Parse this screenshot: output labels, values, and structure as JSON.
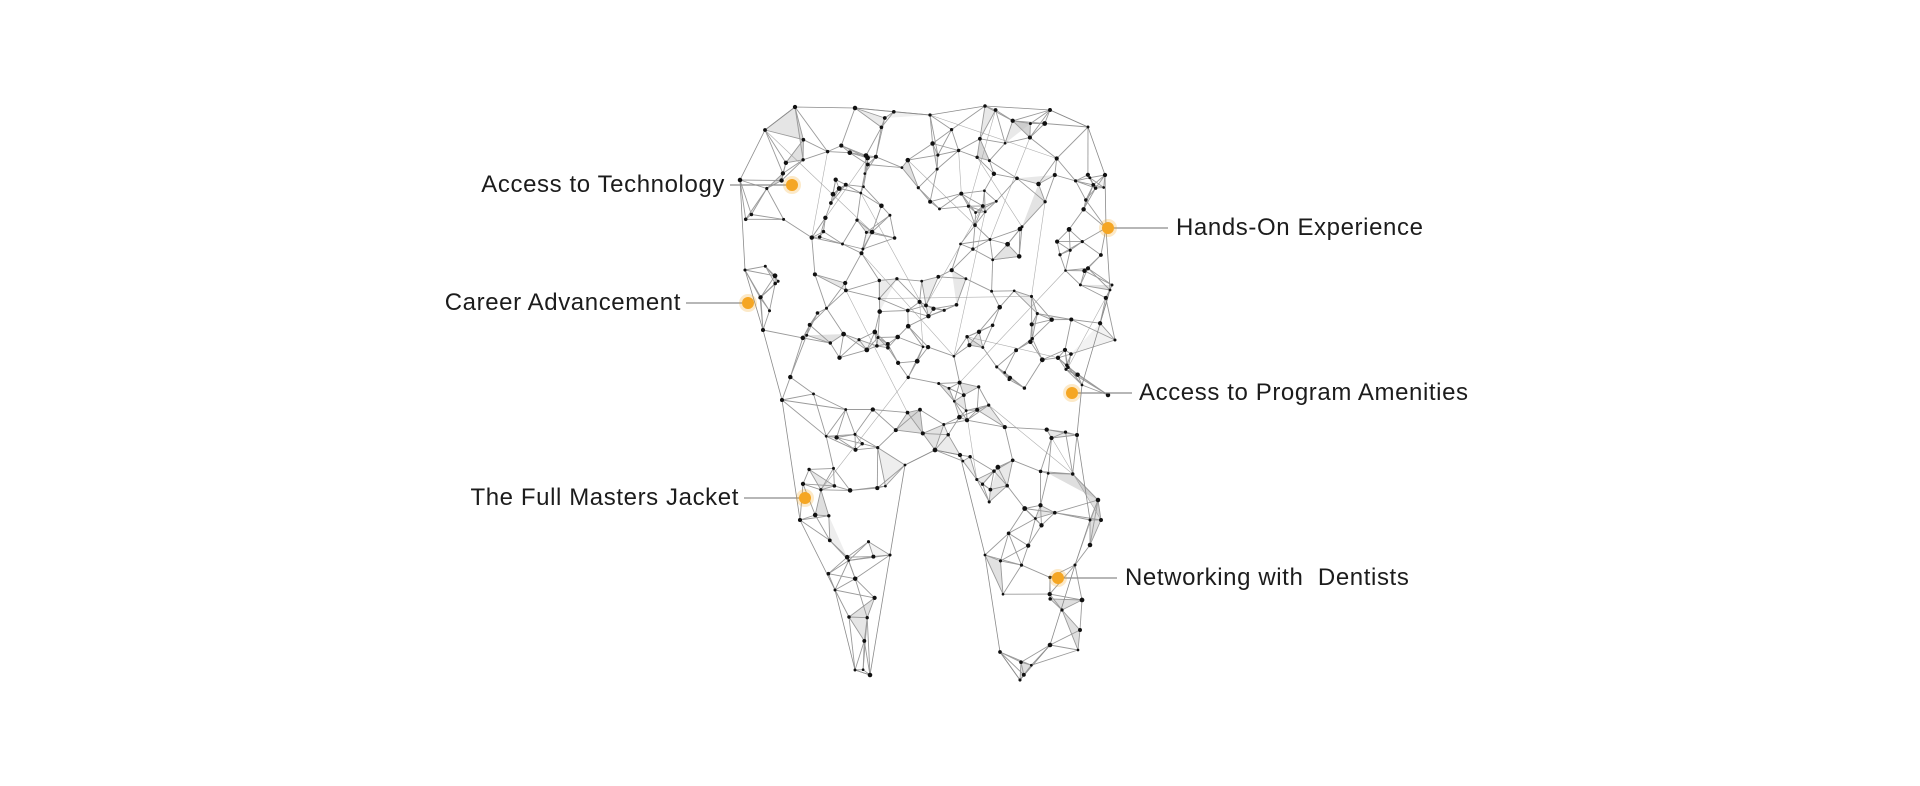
{
  "diagram": {
    "accent_color": "#F5A623",
    "line_color": "#9a9a9a",
    "node_color": "#111111",
    "facet_color": "#bdbdbd",
    "illustration": "low-poly-wireframe-molar-tooth",
    "callouts": [
      {
        "id": "access-to-technology",
        "label": "Access to Technology",
        "side": "left"
      },
      {
        "id": "career-advancement",
        "label": "Career Advancement",
        "side": "left"
      },
      {
        "id": "full-masters-jacket",
        "label": "The Full Masters Jacket",
        "side": "left"
      },
      {
        "id": "hands-on-experience",
        "label": "Hands-On Experience",
        "side": "right"
      },
      {
        "id": "program-amenities",
        "label": "Access to Program Amenities",
        "side": "right"
      },
      {
        "id": "networking-dentists",
        "label": "Networking with  Dentists",
        "side": "right"
      }
    ]
  }
}
